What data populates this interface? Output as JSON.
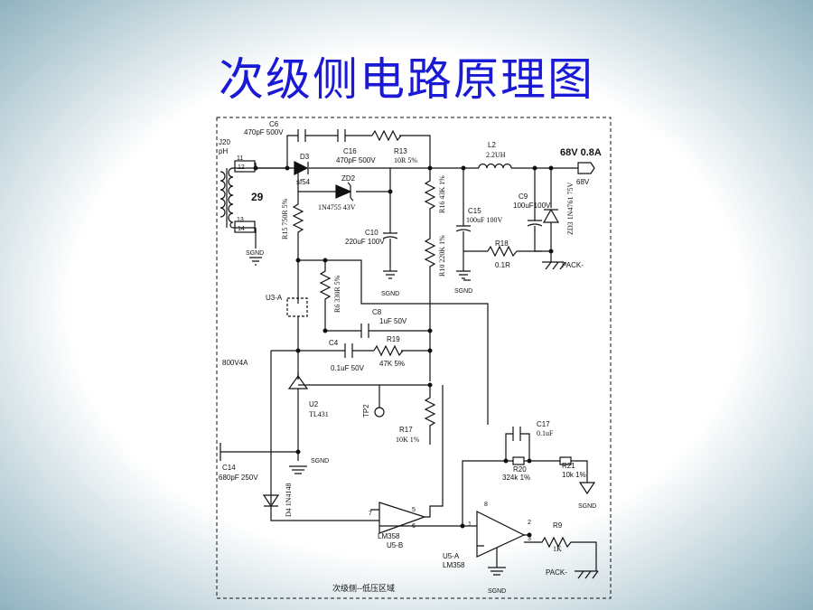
{
  "slide": {
    "title": "次级侧电路原理图",
    "caption": "次级侧--低压区域",
    "colors": {
      "bg_gradient_top": "#7fa7b6",
      "bg_center": "#ffffff",
      "title": "#1a1ad6"
    }
  },
  "labels": {
    "c6_ref": "C6",
    "c6_val": "470pF 500V",
    "c16_ref": "C16",
    "c16_val": "470pF 500V",
    "r13_ref": "R13",
    "r13_val": "10R 5%",
    "l2_ref": "L2",
    "l2_val": "2.2UH",
    "out_rating": "68V 0.8A",
    "out_net": "68V",
    "j20": "J20",
    "ph": "pH",
    "pin11": "11",
    "pin12": "12",
    "pin13": "13",
    "pin14": "14",
    "winding": "29",
    "d3_ref": "D3",
    "d3_val": "sf54",
    "zd2_ref": "ZD2",
    "zd2_val": "1N4755 43V",
    "r16": "R16 43K 1%",
    "r15": "R15 750R 5%",
    "c10_ref": "C10",
    "c10_val": "220uF 100V",
    "c15_ref": "C15",
    "c15_val": "100uF 100V",
    "c9_ref": "C9",
    "c9_val": "100uF100V",
    "zd3": "ZD3 1N4761 75V",
    "r18_ref": "R18",
    "r18_val": "0.1R",
    "r10": "R10 220K 1%",
    "pack_minus": "PACK-",
    "sgnd": "SGND",
    "u3": "U3-A",
    "r6": "R6 330R 5%",
    "c8_ref": "C8",
    "c8_val": "1uF 50V",
    "c4_ref": "C4",
    "c4_val": "0.1uF 50V",
    "r19_ref": "R19",
    "r19_val": "47K 5%",
    "opto_part": "800V4A",
    "u2_ref": "U2",
    "u2_val": "TL431",
    "tp2": "TP2",
    "r17_ref": "R17",
    "r17_val": "10K 1%",
    "c14_ref": "C14",
    "c14_val": "680pF 250V",
    "d4": "D4 1N4148",
    "c17_ref": "C17",
    "c17_val": "0.1uF",
    "r20_ref": "R20",
    "r20_val": "324k 1%",
    "r21_ref": "R21",
    "r21_val": "10k 1%",
    "lm358_a": "LM358",
    "u5b": "U5-B",
    "u5a": "U5-A",
    "lm358_b": "LM358",
    "r9_ref": "R9",
    "r9_val": "1K",
    "pin1": "1",
    "pin2": "2",
    "pin3": "3",
    "pin5": "5",
    "pin6": "6",
    "pin7": "7",
    "pin8": "8"
  }
}
